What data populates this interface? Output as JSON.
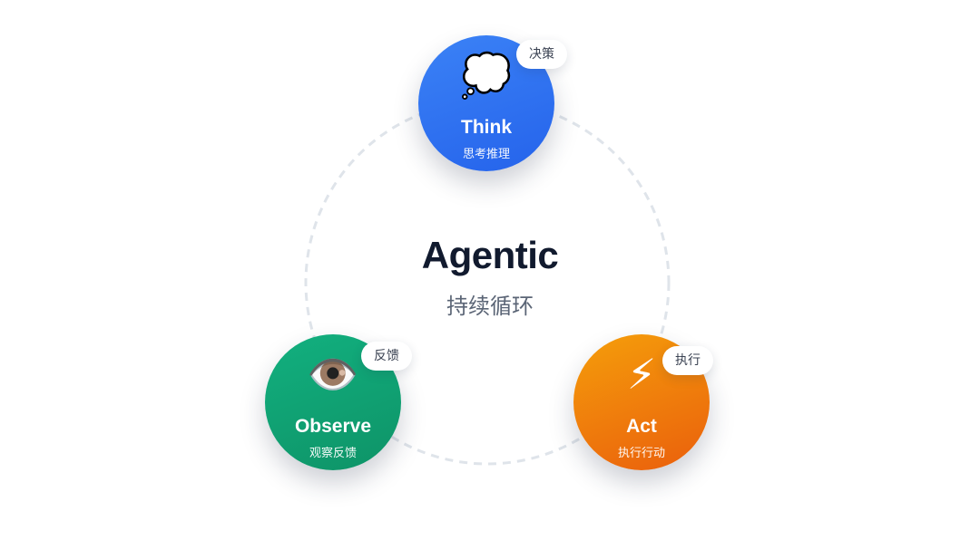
{
  "center": {
    "title": "Agentic",
    "subtitle": "持续循环"
  },
  "nodes": {
    "think": {
      "icon": "thought-bubble-icon",
      "emoji": "💭",
      "label": "Think",
      "sublabel": "思考推理",
      "badge": "决策",
      "color": "#2f6ef2"
    },
    "observe": {
      "icon": "eye-icon",
      "emoji": "👁️",
      "label": "Observe",
      "sublabel": "观察反馈",
      "badge": "反馈",
      "color": "#10a374"
    },
    "act": {
      "icon": "lightning-icon",
      "emoji": "⚡",
      "label": "Act",
      "sublabel": "执行行动",
      "badge": "执行",
      "color": "#f07c10"
    }
  },
  "ring": {
    "style": "dashed",
    "color": "#dfe4ea"
  }
}
